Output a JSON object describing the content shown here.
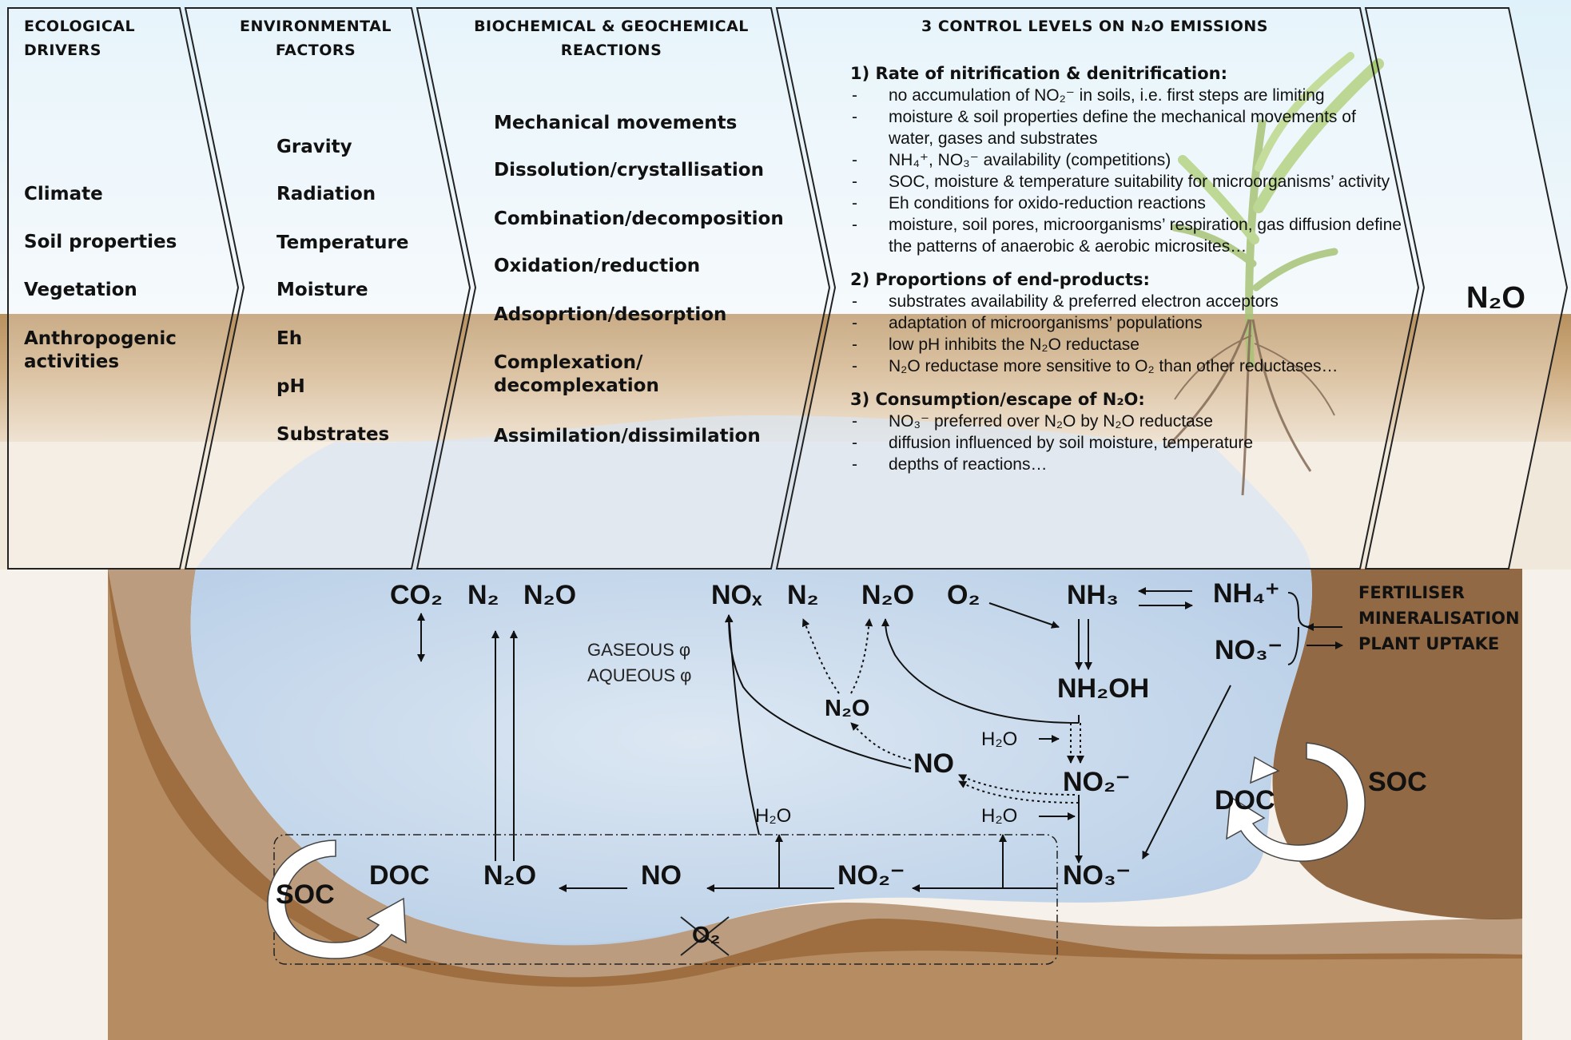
{
  "headers": {
    "ecological_drivers": [
      "ECOLOGICAL",
      "DRIVERS"
    ],
    "environmental_factors": [
      "ENVIRONMENTAL",
      "FACTORS"
    ],
    "reactions": [
      "BIOCHEMICAL & GEOCHEMICAL",
      "REACTIONS"
    ],
    "control_levels": "3 CONTROL LEVELS ON N₂O EMISSIONS"
  },
  "ecological_drivers": [
    "Climate",
    "Soil properties",
    "Vegetation",
    "Anthropogenic activities"
  ],
  "environmental_factors": [
    "Gravity",
    "Radiation",
    "Temperature",
    "Moisture",
    "Eh",
    "pH",
    "Substrates"
  ],
  "reactions": [
    "Mechanical movements",
    "Dissolution/crystallisation",
    "Combination/decomposition",
    "Oxidation/reduction",
    "Adsoprtion/desorption",
    "Complexation/ decomplexation",
    "Assimilation/dissimilation"
  ],
  "control_sections": [
    {
      "title": "1) Rate of nitrification & denitrification:",
      "items": [
        "no accumulation of NO₂⁻ in soils, i.e. first steps are limiting",
        "moisture & soil properties define the mechanical movements of water, gases and substrates",
        "NH₄⁺, NO₃⁻ availability (competitions)",
        "SOC, moisture & temperature suitability for microorganisms’ activity",
        "Eh conditions for oxido-reduction reactions",
        "moisture, soil pores, microorganisms’ respiration, gas diffusion define the patterns of anaerobic & aerobic microsites…"
      ]
    },
    {
      "title": "2) Proportions of end-products:",
      "items": [
        "substrates availability & preferred electron acceptors",
        "adaptation of microorganisms’ populations",
        "low pH inhibits the N₂O reductase",
        "N₂O reductase more sensitive to O₂ than other reductases…"
      ]
    },
    {
      "title": "3) Consumption/escape of N₂O:",
      "items": [
        "NO₃⁻ preferred over N₂O by N₂O reductase",
        "diffusion influenced by soil moisture, temperature",
        "depths of reactions…"
      ]
    }
  ],
  "final_output": "N₂O",
  "phases": {
    "gaseous": "GASEOUS φ",
    "aqueous": "AQUEOUS φ"
  },
  "sources": [
    "FERTILISER",
    "MINERALISATION",
    "PLANT UPTAKE"
  ],
  "species": {
    "co2": "CO₂",
    "n2_a": "N₂",
    "n2o_a": "N₂O",
    "nox": "NOₓ",
    "n2_b": "N₂",
    "n2o_b": "N₂O",
    "o2": "O₂",
    "nh3": "NH₃",
    "nh4": "NH₄⁺",
    "no3_top": "NO₃⁻",
    "nh2oh": "NH₂OH",
    "n2o_mid": "N₂O",
    "no_mid": "NO",
    "no2_mid": "NO₂⁻",
    "h2o_a": "H₂O",
    "h2o_b": "H₂O",
    "h2o_c": "H₂O",
    "doc_left": "DOC",
    "soc_left": "SOC",
    "n2o_bottom": "N₂O",
    "no_bottom": "NO",
    "no2_bottom": "NO₂⁻",
    "no3_bottom": "NO₃⁻",
    "o2_crossed": "O₂",
    "doc_right": "DOC",
    "soc_right": "SOC"
  },
  "colors": {
    "sky": "#d9eef8",
    "soil_light": "#c9a77a",
    "soil_dark": "#7a4a20",
    "water": "#c4d7ec",
    "paper": "#f5efe4"
  }
}
